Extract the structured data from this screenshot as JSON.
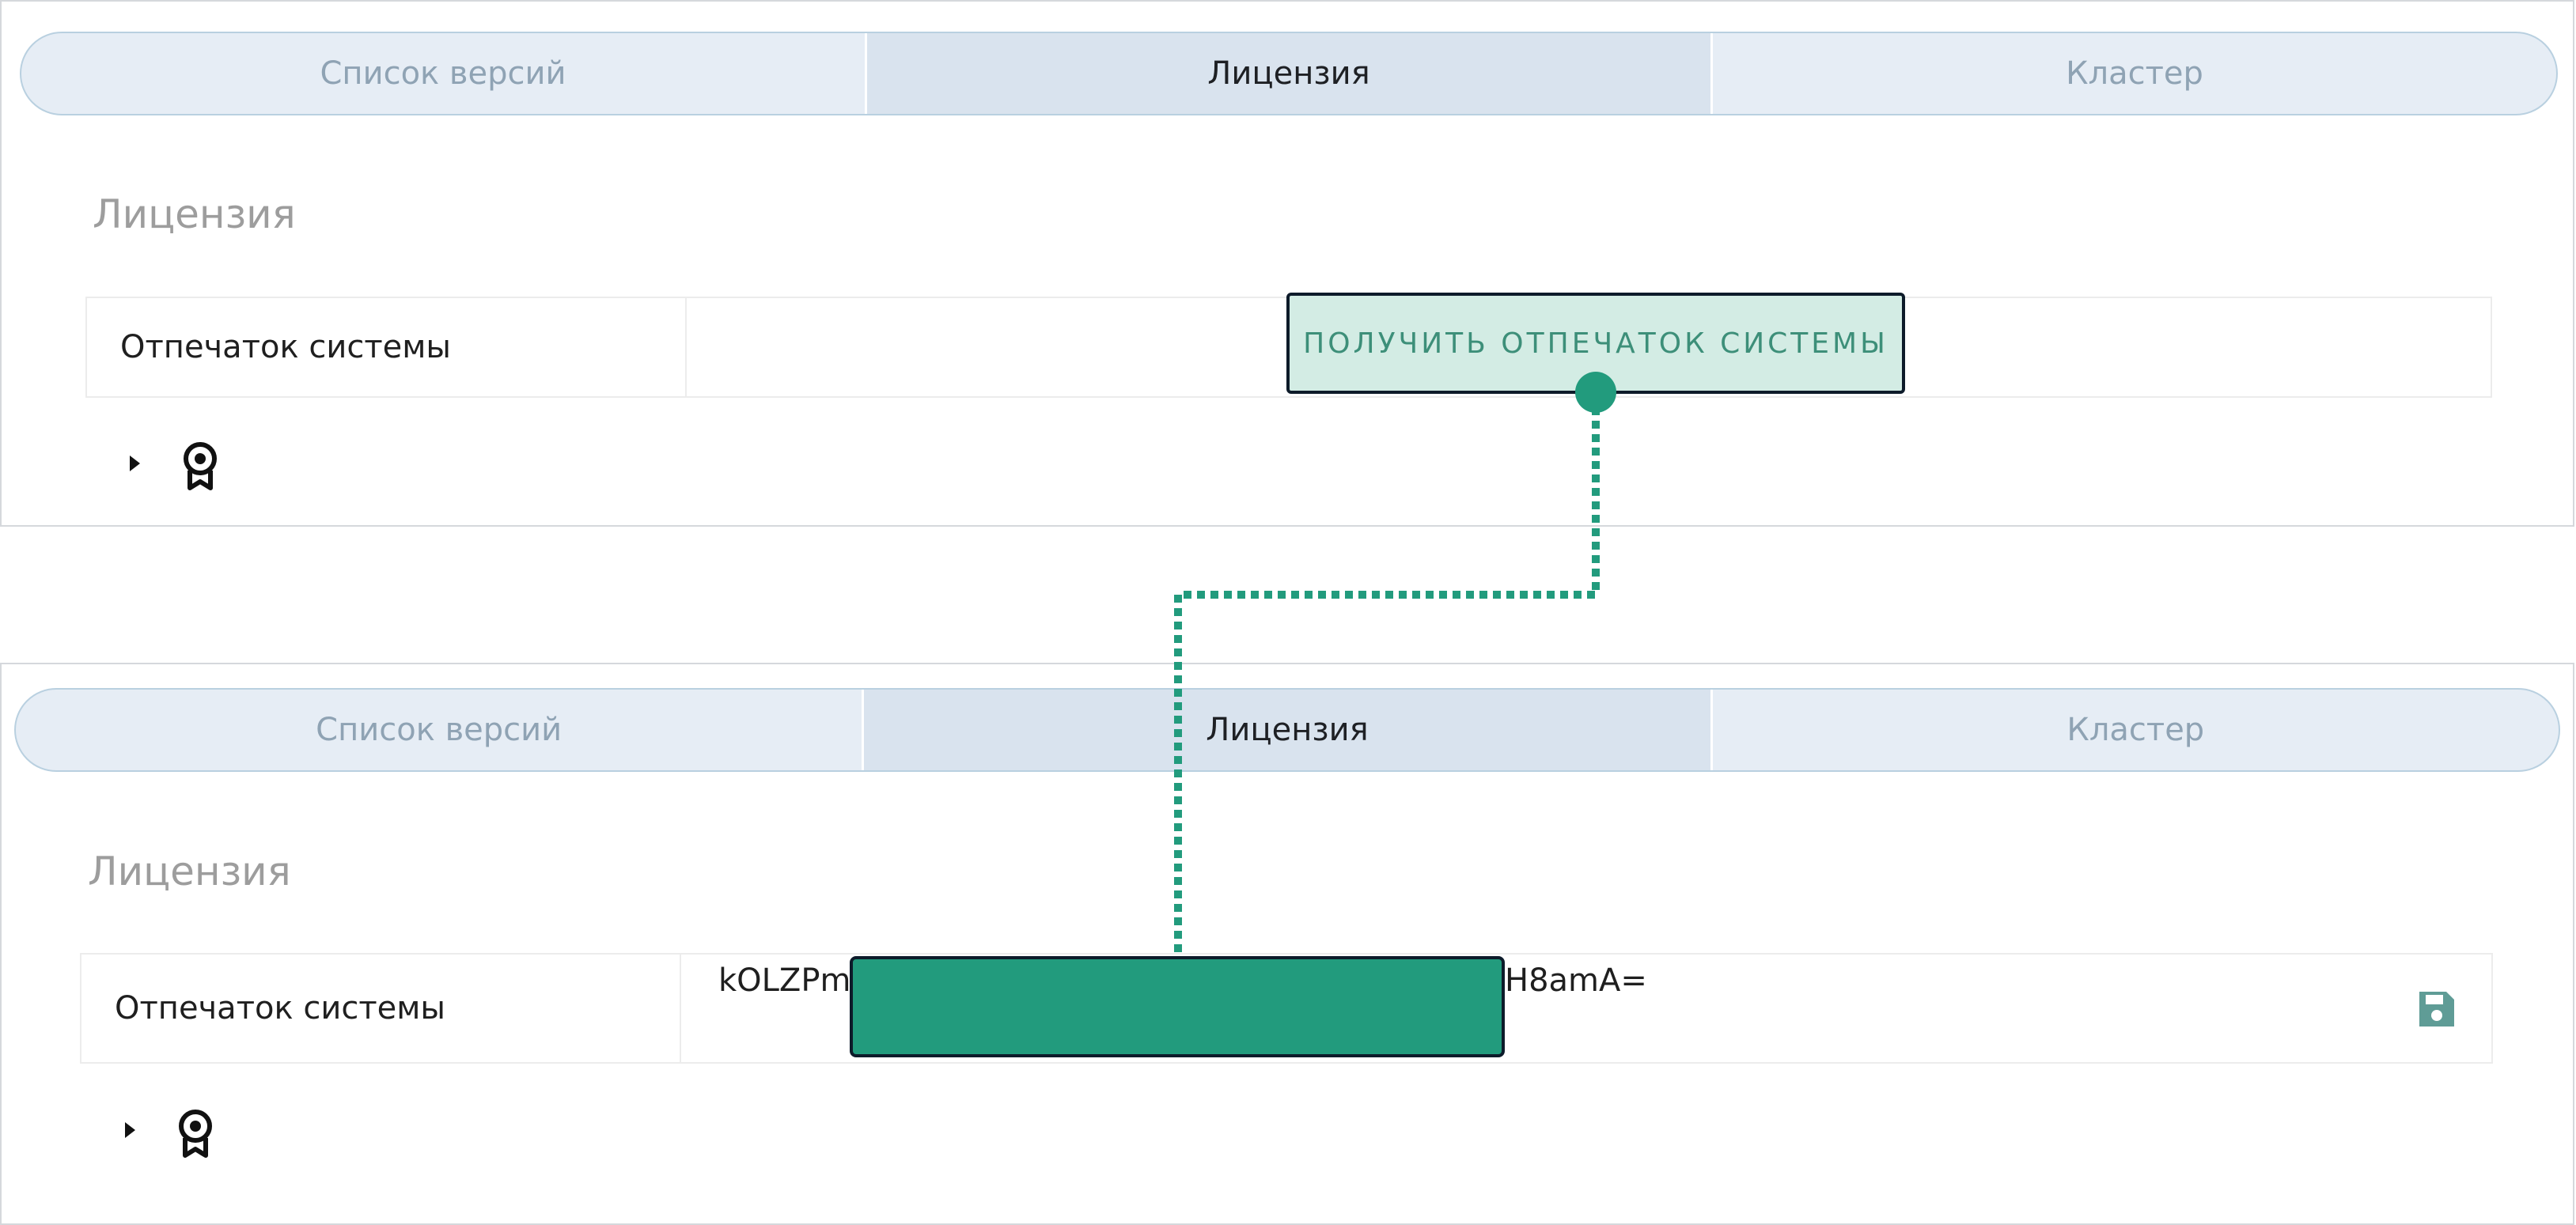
{
  "top": {
    "tabs": [
      {
        "label": "Список версий"
      },
      {
        "label": "Лицензия"
      },
      {
        "label": "Кластер"
      }
    ],
    "section_title": "Лицензия",
    "fingerprint_row": {
      "label": "Отпечаток системы",
      "button_label": "ПОЛУЧИТЬ ОТПЕЧАТОК СИСТЕМЫ"
    }
  },
  "bottom": {
    "tabs": [
      {
        "label": "Список версий"
      },
      {
        "label": "Лицензия"
      },
      {
        "label": "Кластер"
      }
    ],
    "section_title": "Лицензия",
    "fingerprint_row": {
      "label": "Отпечаток системы",
      "value_start": "kOLZPm",
      "value_end": "H8amA="
    }
  },
  "icons": {
    "expand": "caret-right-icon",
    "license": "award-icon",
    "save": "floppy-disk-icon"
  },
  "colors": {
    "accent": "#229b7d",
    "button_bg": "#d3ece4",
    "button_text": "#3d8f79",
    "tab_active_bg": "#d9e3ee",
    "tab_bg": "#e6edf5",
    "outline": "#0d1b2a"
  },
  "active_tab": "Лицензия"
}
